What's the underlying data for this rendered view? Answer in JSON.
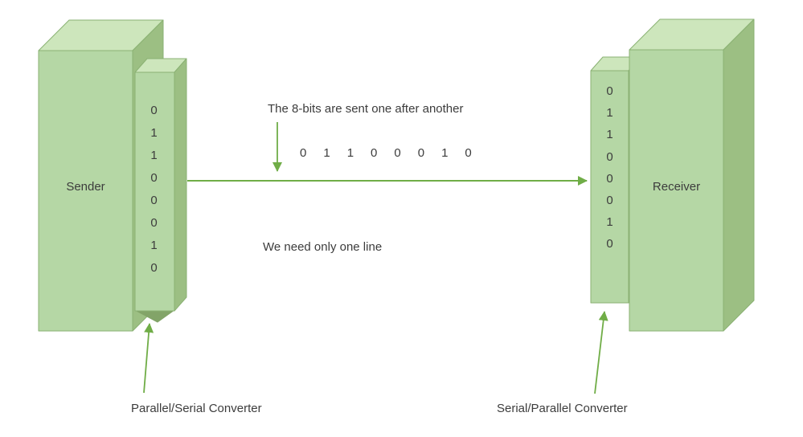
{
  "colors": {
    "box-front": "#b5d7a5",
    "box-top": "#cde6bc",
    "box-side": "#9cbf83",
    "box-bottom": "#82a468",
    "box-border": "#8ab173",
    "arrow-green": "#70ad47",
    "text": "#3c3c3c"
  },
  "sender": {
    "label": "Sender",
    "bits": [
      "0",
      "1",
      "1",
      "0",
      "0",
      "0",
      "1",
      "0"
    ],
    "converter_label": "Parallel/Serial Converter"
  },
  "receiver": {
    "label": "Receiver",
    "bits": [
      "0",
      "1",
      "1",
      "0",
      "0",
      "0",
      "1",
      "0"
    ],
    "converter_label": "Serial/Parallel Converter"
  },
  "serial_line": {
    "note_top": "The 8-bits are sent one after another",
    "note_bottom": "We need only one line",
    "bits": [
      "0",
      "1",
      "1",
      "0",
      "0",
      "0",
      "1",
      "0"
    ]
  }
}
